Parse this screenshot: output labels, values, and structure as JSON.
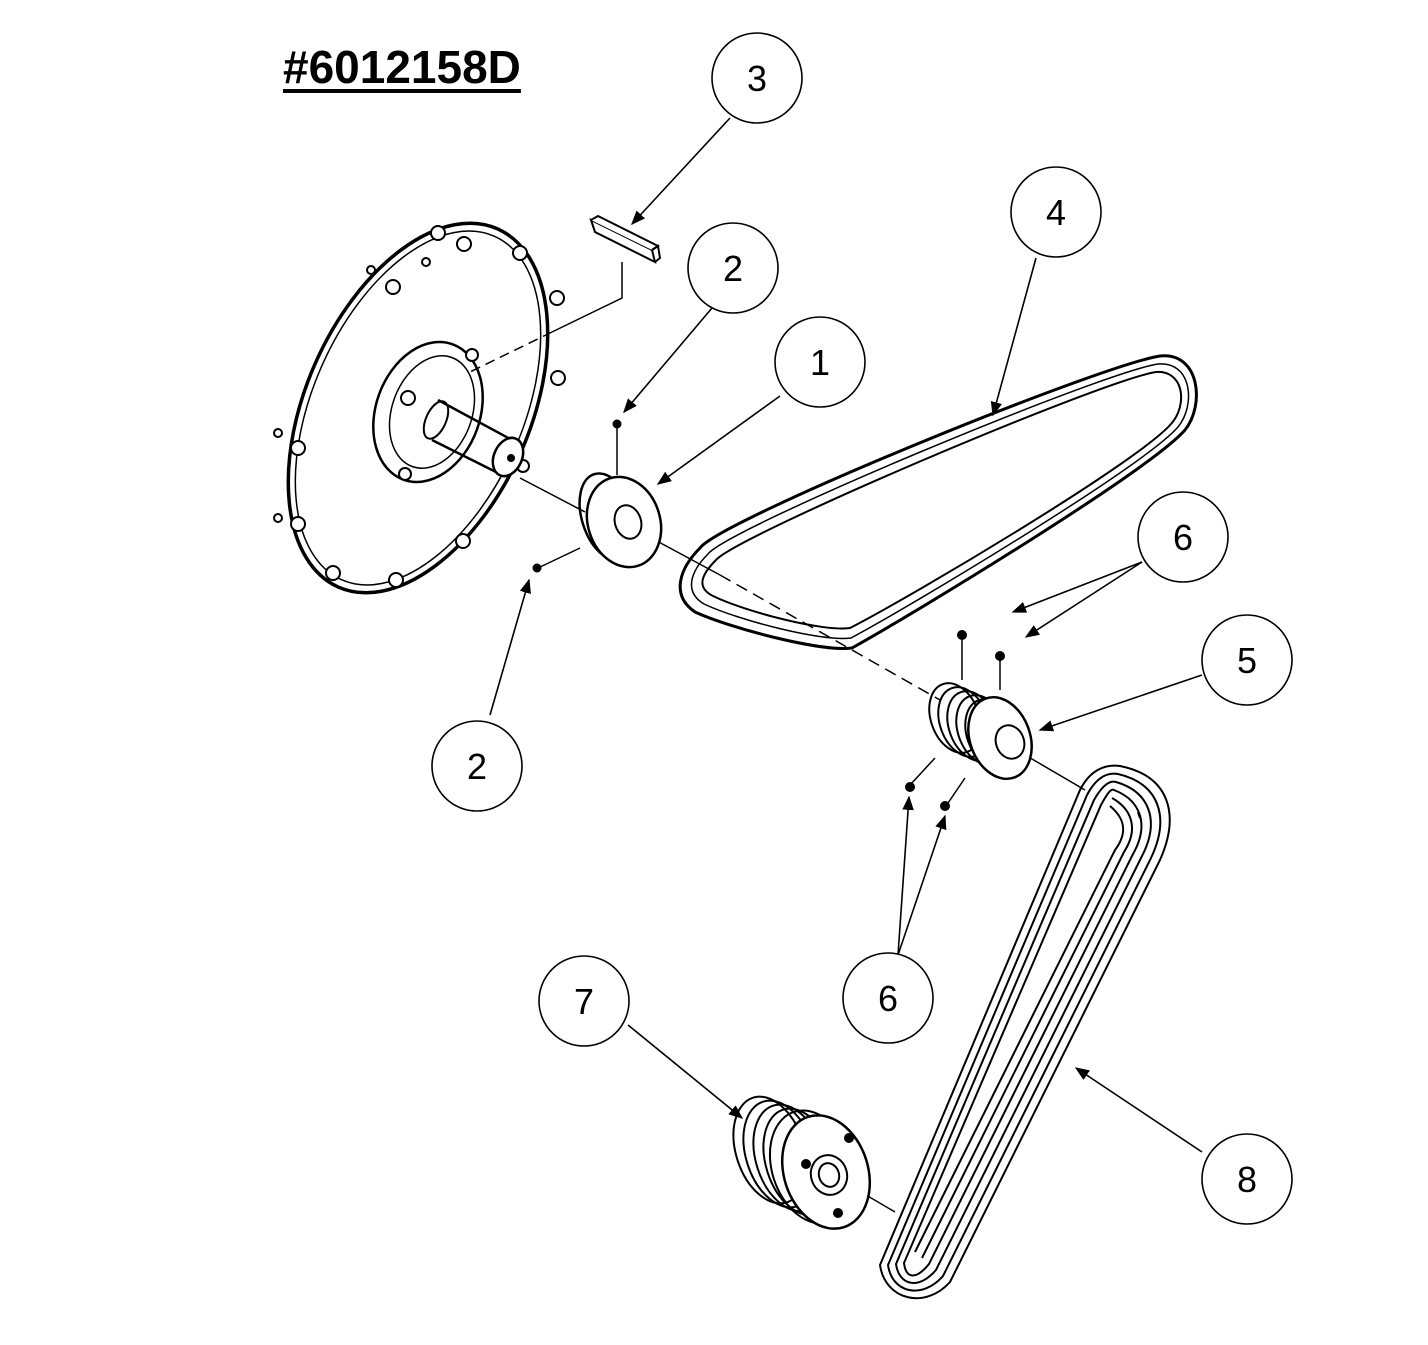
{
  "diagram": {
    "part_number": "#6012158D",
    "callouts": [
      {
        "id": "c1",
        "label": "1"
      },
      {
        "id": "c2a",
        "label": "2"
      },
      {
        "id": "c2b",
        "label": "2"
      },
      {
        "id": "c3",
        "label": "3"
      },
      {
        "id": "c4",
        "label": "4"
      },
      {
        "id": "c5",
        "label": "5"
      },
      {
        "id": "c6a",
        "label": "6"
      },
      {
        "id": "c6b",
        "label": "6"
      },
      {
        "id": "c7",
        "label": "7"
      },
      {
        "id": "c8",
        "label": "8"
      }
    ]
  }
}
